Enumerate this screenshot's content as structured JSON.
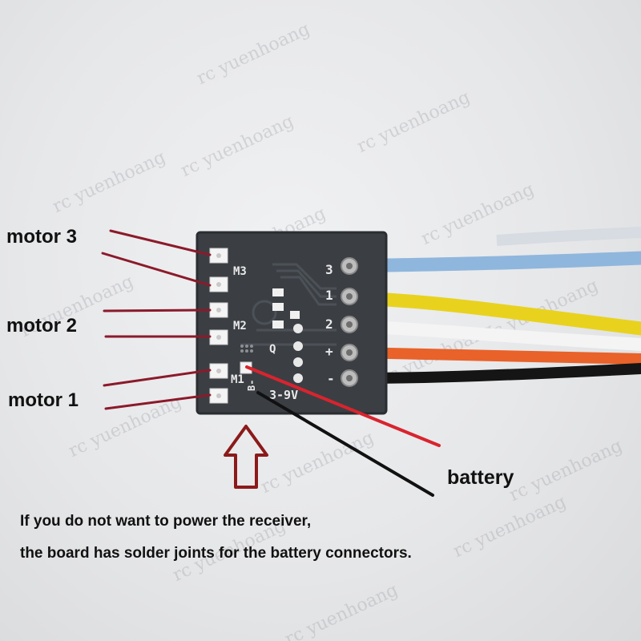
{
  "labels": {
    "motor3": "motor 3",
    "motor2": "motor 2",
    "motor1": "motor 1",
    "battery": "battery"
  },
  "note": {
    "line1": "If you do not want to power the receiver,",
    "line2": "the board has solder joints for the battery connectors."
  },
  "watermark": "rc yuenhoang",
  "board": {
    "silkscreen": {
      "m3": "M3",
      "m2": "M2",
      "m1": "M1",
      "voltage": "3-9V",
      "b_minus": "B-",
      "q": "Q",
      "pin_labels": [
        "3",
        "1",
        "2",
        "+",
        "-"
      ]
    }
  },
  "colors": {
    "board": "#3b3f44",
    "pointer_lines": "#8b1a2a",
    "battery_red": "#d8242e",
    "battery_black": "#111111",
    "arrow": "#8b1a1a",
    "wire_blue": "#8fb6dd",
    "wire_yellow": "#e8d21e",
    "wire_white": "#f4f4f4",
    "wire_orange": "#e8622a",
    "wire_black": "#151515"
  }
}
